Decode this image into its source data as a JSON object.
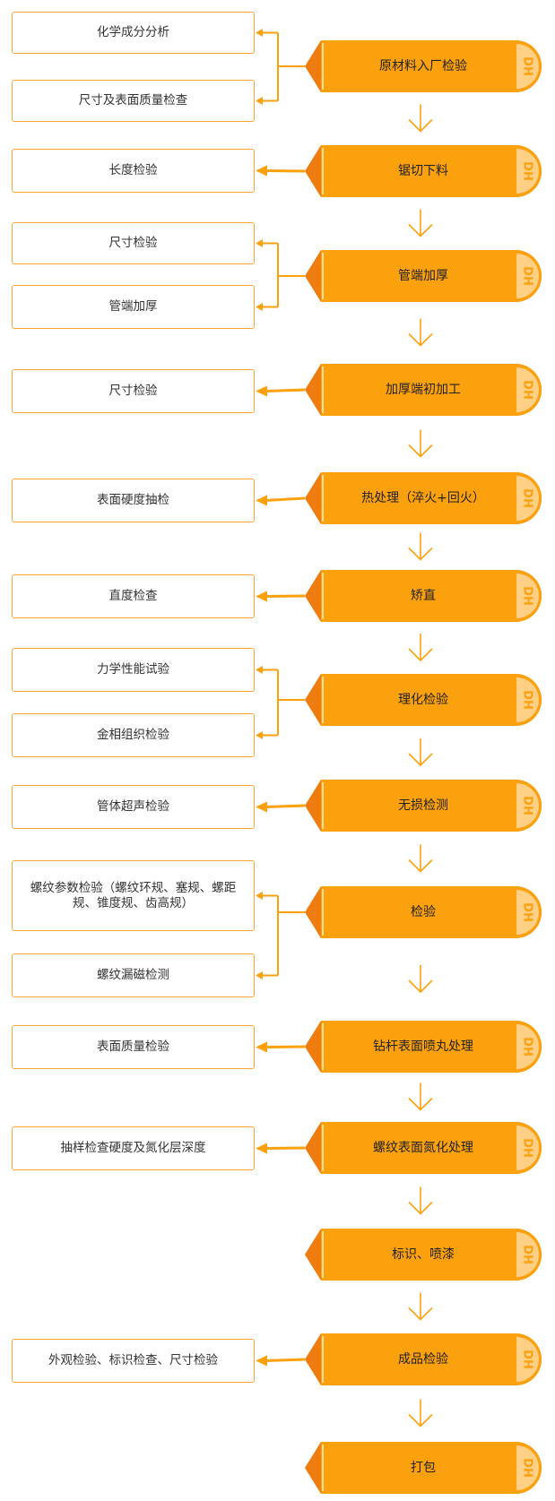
{
  "colors": {
    "primary": "#fca10e",
    "dark": "#ef7c0e",
    "light": "#fdd086",
    "box_border": "#f7a536",
    "text": "#333333"
  },
  "logo_text": "DH",
  "process_steps": [
    "原材料入厂检验",
    "锯切下料",
    "管端加厚",
    "加厚端初加工",
    "热处理（淬火+回火）",
    "矫直",
    "理化检验",
    "无损检测",
    "检验",
    "钻杆表面喷丸处理",
    "螺纹表面氮化处理",
    "标识、喷漆",
    "成品检验",
    "打包"
  ],
  "inspections": [
    {
      "step": 1,
      "labels": [
        "化学成分分析",
        "尺寸及表面质量检查"
      ]
    },
    {
      "step": 2,
      "labels": [
        "长度检验"
      ]
    },
    {
      "step": 3,
      "labels": [
        "尺寸检验",
        "管端加厚"
      ]
    },
    {
      "step": 4,
      "labels": [
        "尺寸检验"
      ]
    },
    {
      "step": 5,
      "labels": [
        "表面硬度抽检"
      ]
    },
    {
      "step": 6,
      "labels": [
        "直度检查"
      ]
    },
    {
      "step": 7,
      "labels": [
        "力学性能试验",
        "金相组织检验"
      ]
    },
    {
      "step": 8,
      "labels": [
        "管体超声检验"
      ]
    },
    {
      "step": 9,
      "labels": [
        "螺纹参数检验（螺纹环规、塞规、螺距规、锥度规、齿高规）",
        "螺纹漏磁检测"
      ]
    },
    {
      "step": 10,
      "labels": [
        "表面质量检验"
      ]
    },
    {
      "step": 11,
      "labels": [
        "抽样检查硬度及氮化层深度"
      ]
    },
    {
      "step": 13,
      "labels": [
        "外观检验、标识检查、尺寸检验"
      ]
    }
  ]
}
